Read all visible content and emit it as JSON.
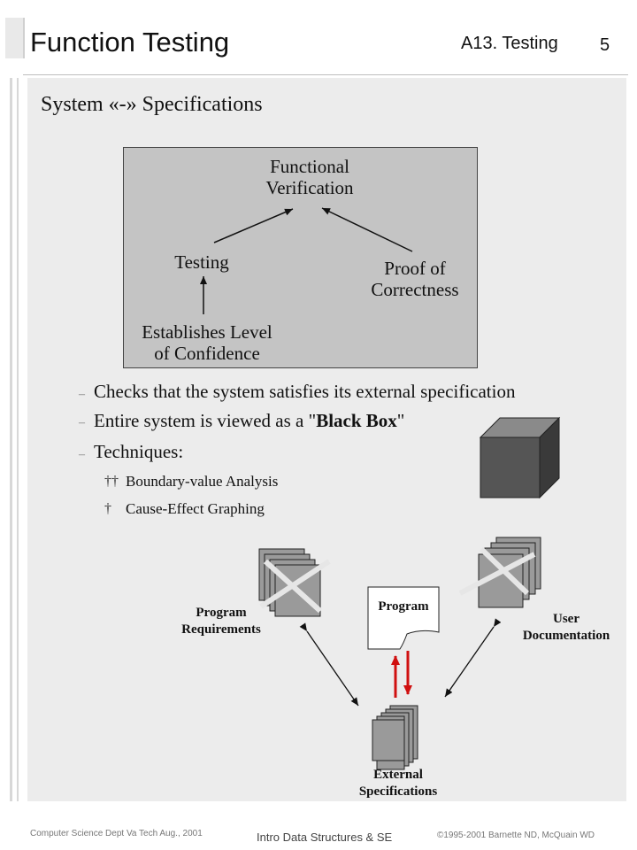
{
  "header": {
    "title": "Function Testing",
    "section": "A13. Testing",
    "page_number": "5"
  },
  "heading": "System «-» Specifications",
  "diagram": {
    "functional_verification": [
      "Functional",
      "Verification"
    ],
    "testing": "Testing",
    "proof_of_correctness": [
      "Proof of",
      "Correctness"
    ],
    "establishes_confidence": [
      "Establishes Level",
      "of Confidence"
    ]
  },
  "bullets": [
    {
      "pre": "Checks that the system satisfies its external specification",
      "bold": "",
      "post": ""
    },
    {
      "pre": "Entire system is viewed as a \"",
      "bold": "Black Box",
      "post": "\""
    },
    {
      "pre": "Techniques:",
      "bold": "",
      "post": ""
    }
  ],
  "techniques": [
    {
      "marker": "††",
      "label": "Boundary-value Analysis"
    },
    {
      "marker": "†",
      "label": "Cause-Effect Graphing"
    }
  ],
  "documents": {
    "program_requirements": [
      "Program",
      "Requirements"
    ],
    "program": "Program",
    "user_documentation": [
      "User",
      "Documentation"
    ],
    "external_specifications": [
      "External",
      "Specifications"
    ]
  },
  "colors": {
    "panel": "#ececec",
    "box": "#c4c4c4",
    "cube": "#555555",
    "arrow_red": "#d01010"
  },
  "footer": {
    "left": "Computer Science Dept Va Tech Aug., 2001",
    "center": "Intro Data Structures & SE",
    "right": "©1995-2001  Barnette ND,  McQuain WD"
  }
}
